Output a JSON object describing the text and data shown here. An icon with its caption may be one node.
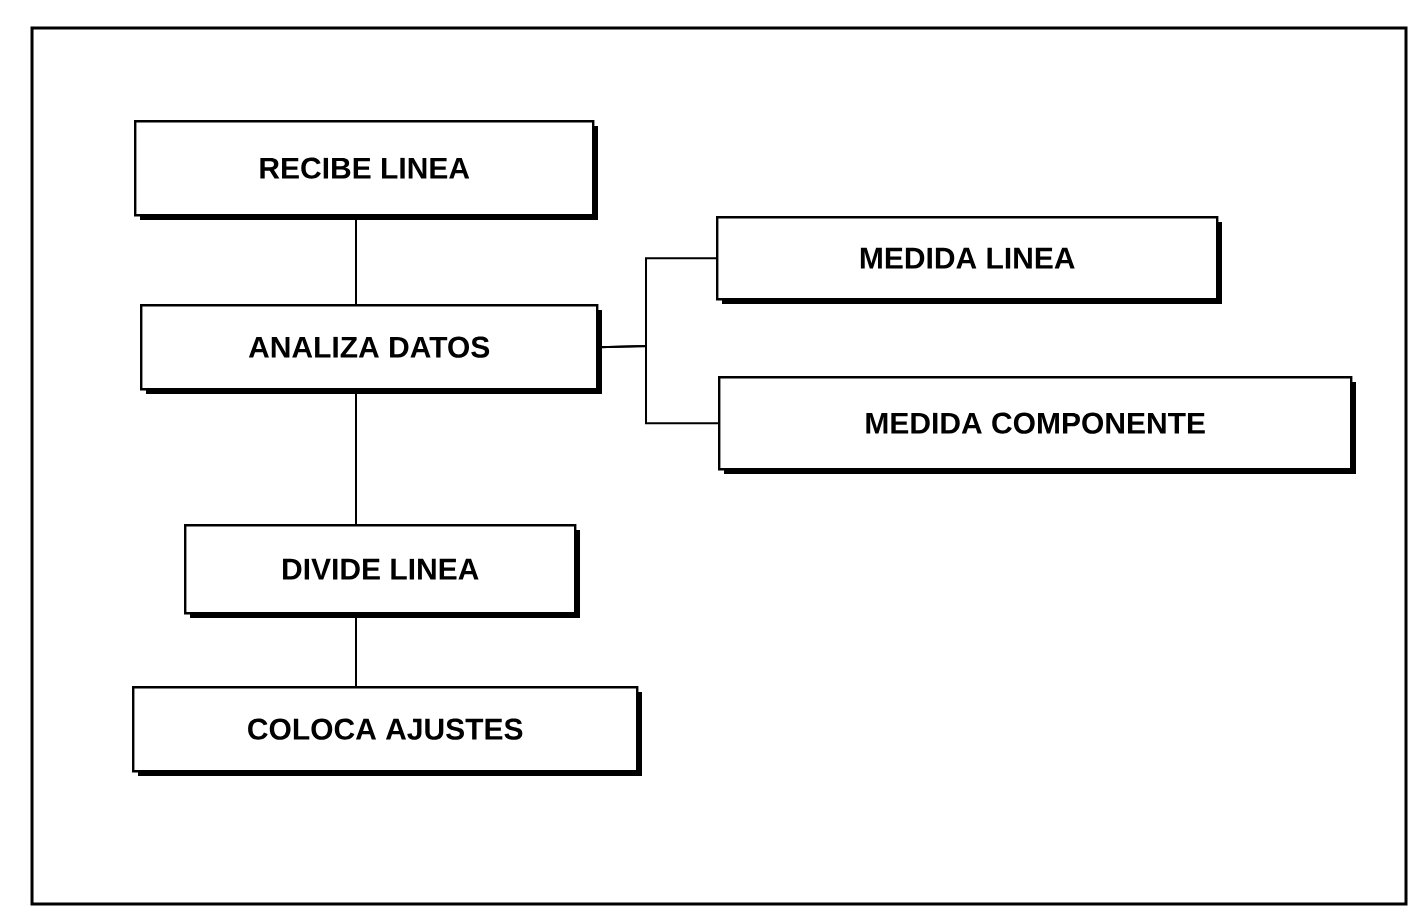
{
  "diagram": {
    "nodes": [
      {
        "text": [
          "RECIBE LINEA"
        ]
      },
      {
        "text": [
          "ANALIZA DATOS"
        ]
      },
      {
        "text": [
          "MEDIDA LINEA"
        ]
      },
      {
        "text": [
          "MEDIDA COMPONENTE"
        ]
      },
      {
        "text": [
          "DIVIDE LINEA"
        ]
      },
      {
        "text": [
          "COLOCA AJUSTES"
        ]
      }
    ],
    "edges": [
      {
        "from": 0,
        "to": 1,
        "arrow": "none"
      },
      {
        "from": 1,
        "to": 2,
        "arrow": "none"
      },
      {
        "from": 1,
        "to": 3,
        "arrow": "none"
      },
      {
        "from": 1,
        "to": 4,
        "arrow": "none"
      },
      {
        "from": 4,
        "to": 5,
        "arrow": "none"
      }
    ]
  }
}
